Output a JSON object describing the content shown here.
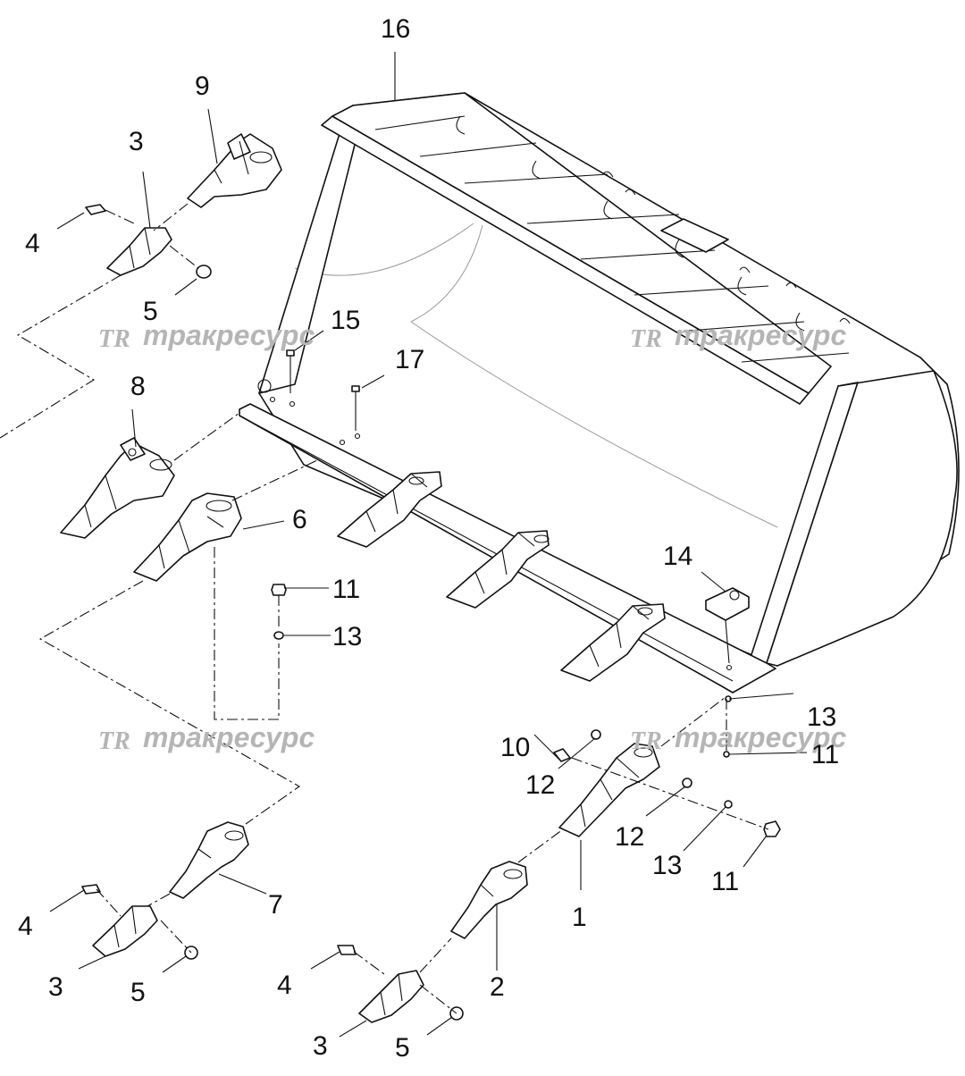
{
  "callouts": {
    "c16": "16",
    "c9": "9",
    "c3_top": "3",
    "c4_top": "4",
    "c5_top": "5",
    "c15": "15",
    "c17": "17",
    "c8": "8",
    "c6": "6",
    "c11_left": "11",
    "c13_left": "13",
    "c14": "14",
    "c13_right": "13",
    "c11_right": "11",
    "c10": "10",
    "c12_a": "12",
    "c12_b": "12",
    "c13_b": "13",
    "c11_b": "11",
    "c1": "1",
    "c7": "7",
    "c4_bl": "4",
    "c3_bl": "3",
    "c5_bl": "5",
    "c2": "2",
    "c4_bc": "4",
    "c3_bc": "3",
    "c5_bc": "5"
  },
  "watermarks": {
    "logo": "TR",
    "text": "тракресурс"
  },
  "colors": {
    "line": "#111111",
    "watermark": "#b5b5b5",
    "background": "#ffffff"
  }
}
